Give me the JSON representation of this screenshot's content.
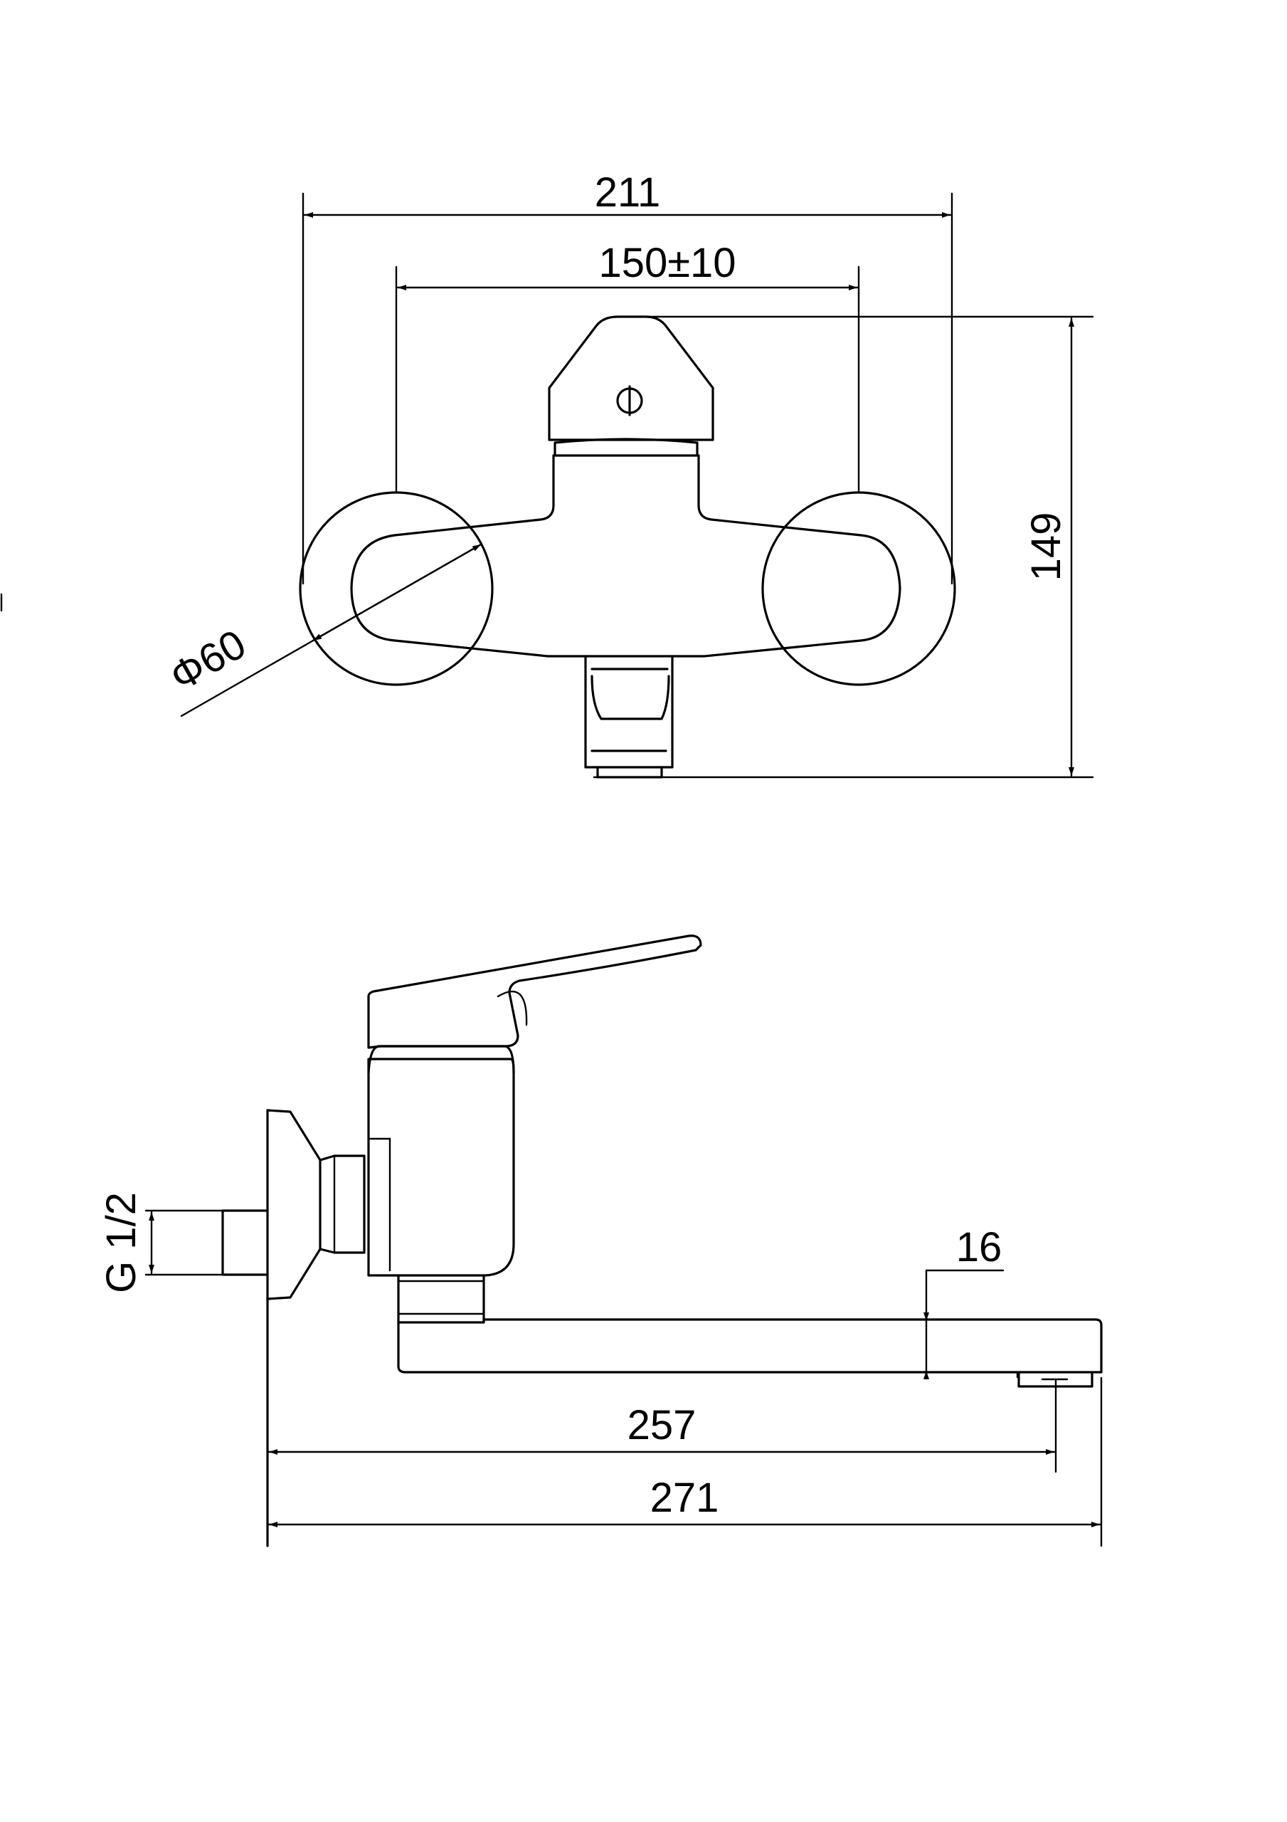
{
  "dimensions": {
    "overall_width": "211",
    "mount_spacing": "150±10",
    "height": "149",
    "flange_diameter": "Φ60",
    "thread": "G 1/2",
    "spout_height": "16",
    "spout_reach": "257",
    "overall_length": "271"
  },
  "colors": {
    "line": "#000000",
    "background": "#ffffff"
  }
}
